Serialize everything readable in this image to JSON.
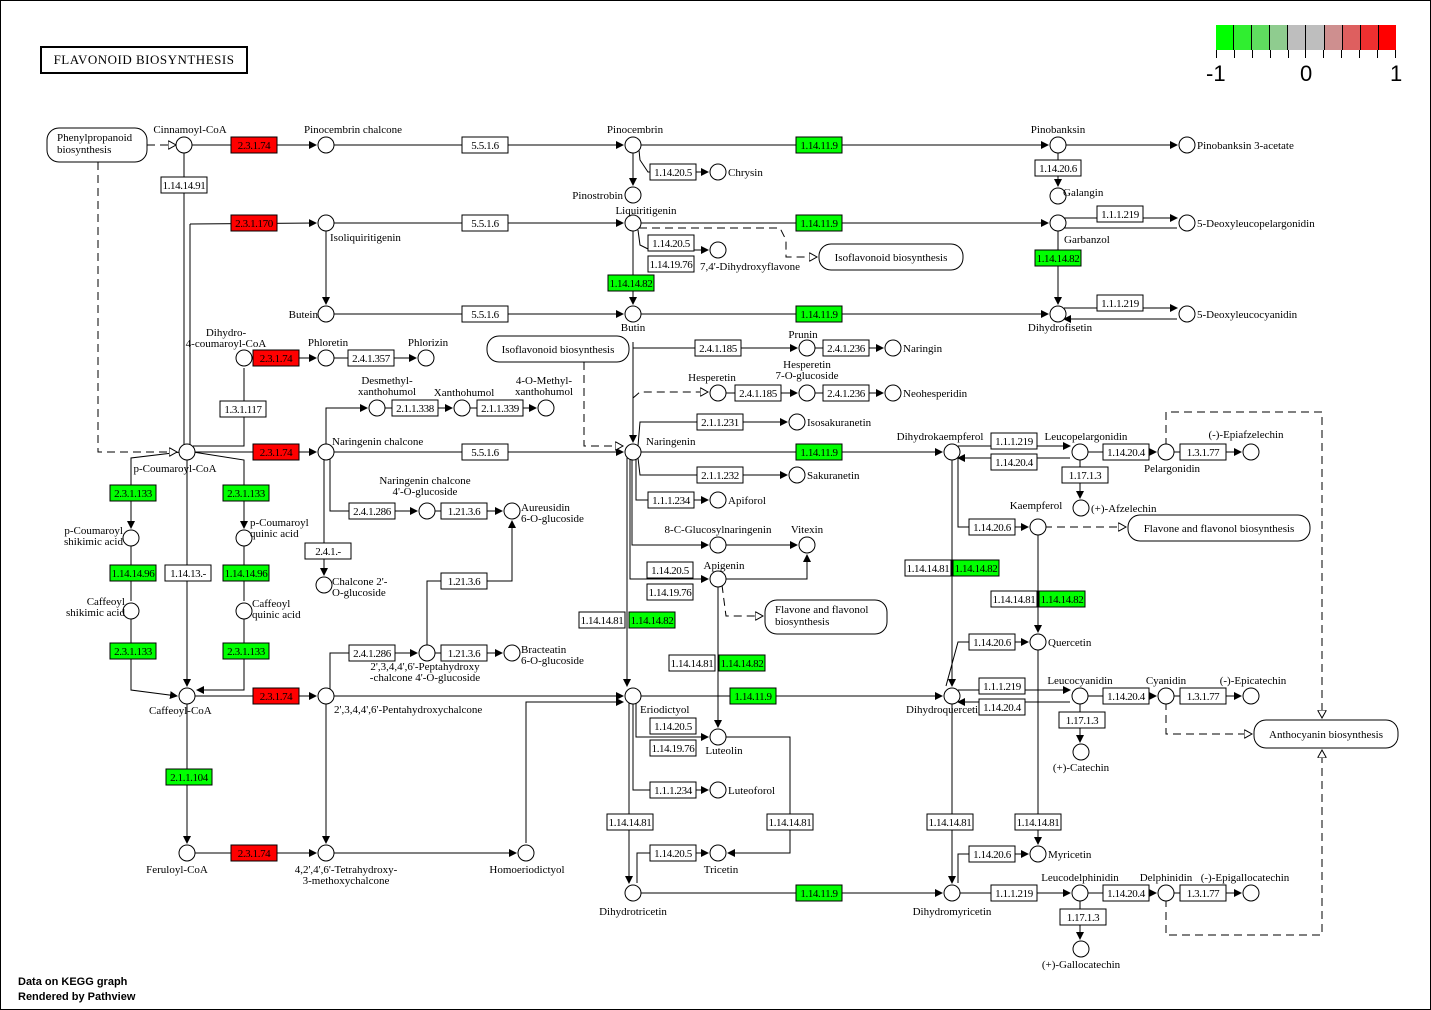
{
  "title": "FLAVONOID BIOSYNTHESIS",
  "footer": {
    "line1": "Data on KEGG graph",
    "line2": "Rendered by Pathview"
  },
  "legend": {
    "min_label": "-1",
    "mid_label": "0",
    "max_label": "1",
    "colors": [
      "#00ff00",
      "#30ee30",
      "#5fdd5f",
      "#8fcc8f",
      "#bebebe",
      "#bebebe",
      "#ce8f8f",
      "#de5f5f",
      "#ee3030",
      "#ff0000"
    ]
  },
  "colors": {
    "up": "#ff0000",
    "down": "#00ff00",
    "none": "#ffffff"
  },
  "pathway_links": [
    {
      "id": "p1",
      "label": [
        "Phenylpropanoid",
        "biosynthesis"
      ]
    },
    {
      "id": "p2",
      "label": [
        "Isoflavonoid biosynthesis"
      ]
    },
    {
      "id": "p3",
      "label": [
        "Isoflavonoid biosynthesis"
      ]
    },
    {
      "id": "p4",
      "label": [
        "Flavone and flavonol biosynthesis"
      ]
    },
    {
      "id": "p5",
      "label": [
        "Flavone and flavonol",
        "biosynthesis"
      ]
    },
    {
      "id": "p6",
      "label": [
        "Anthocyanin biosynthesis"
      ]
    }
  ],
  "compounds": [
    {
      "id": "cinnamoyl",
      "label": [
        "Cinnamoyl-CoA"
      ]
    },
    {
      "id": "pinocembrinchalcone",
      "label": [
        "Pinocembrin chalcone"
      ]
    },
    {
      "id": "pinocembrin",
      "label": [
        "Pinocembrin"
      ]
    },
    {
      "id": "chrysin",
      "label": [
        "Chrysin"
      ]
    },
    {
      "id": "pinostrobin",
      "label": [
        "Pinostrobin"
      ]
    },
    {
      "id": "pinobanksin",
      "label": [
        "Pinobanksin"
      ]
    },
    {
      "id": "pinobanksin3ac",
      "label": [
        "Pinobanksin 3-acetate"
      ]
    },
    {
      "id": "galangin",
      "label": [
        "Galangin"
      ]
    },
    {
      "id": "isoliquiritigenin",
      "label": [
        "Isoliquiritigenin"
      ]
    },
    {
      "id": "liquiritigenin",
      "label": [
        "Liquiritigenin"
      ]
    },
    {
      "id": "dihydroxyflavone",
      "label": [
        "7,4'-Dihydroxyflavone"
      ]
    },
    {
      "id": "garbanzol",
      "label": [
        "Garbanzol"
      ]
    },
    {
      "id": "deoxyleucopel",
      "label": [
        "5-Deoxyleucopelargonidin"
      ]
    },
    {
      "id": "butein",
      "label": [
        "Butein"
      ]
    },
    {
      "id": "butin",
      "label": [
        "Butin"
      ]
    },
    {
      "id": "dihydrofisetin",
      "label": [
        "Dihydrofisetin"
      ]
    },
    {
      "id": "deoxyleucocy",
      "label": [
        "5-Deoxyleucocyanidin"
      ]
    },
    {
      "id": "dihydrocoumaroyl",
      "label": [
        "Dihydro-",
        "4-coumaroyl-CoA"
      ]
    },
    {
      "id": "phloretin",
      "label": [
        "Phloretin"
      ]
    },
    {
      "id": "phlorizin",
      "label": [
        "Phlorizin"
      ]
    },
    {
      "id": "prunin",
      "label": [
        "Prunin"
      ]
    },
    {
      "id": "naringin",
      "label": [
        "Naringin"
      ]
    },
    {
      "id": "hesperetin",
      "label": [
        "Hesperetin"
      ]
    },
    {
      "id": "hesperetin7g",
      "label": [
        "Hesperetin",
        "7-O-glucoside"
      ]
    },
    {
      "id": "neohesperidin",
      "label": [
        "Neohesperidin"
      ]
    },
    {
      "id": "desmethylxanth",
      "label": [
        "Desmethyl-",
        "xanthohumol"
      ]
    },
    {
      "id": "xanthohumol",
      "label": [
        "Xanthohumol"
      ]
    },
    {
      "id": "methylxanth",
      "label": [
        "4-O-Methyl-",
        "xanthohumol"
      ]
    },
    {
      "id": "pcoumaroylcoa",
      "label": [
        "p-Coumaroyl-CoA"
      ]
    },
    {
      "id": "naringeninchalcone",
      "label": [
        "Naringenin chalcone"
      ]
    },
    {
      "id": "naringenin",
      "label": [
        "Naringenin"
      ]
    },
    {
      "id": "isosakuranetin",
      "label": [
        "Isosakuranetin"
      ]
    },
    {
      "id": "sakuranetin",
      "label": [
        "Sakuranetin"
      ]
    },
    {
      "id": "apiforol",
      "label": [
        "Apiforol"
      ]
    },
    {
      "id": "glucosylnaringenin",
      "label": [
        "8-C-Glucosylnaringenin"
      ]
    },
    {
      "id": "vitexin",
      "label": [
        "Vitexin"
      ]
    },
    {
      "id": "apigenin",
      "label": [
        "Apigenin"
      ]
    },
    {
      "id": "naringeninchalconeglc",
      "label": [
        "Naringenin chalcone",
        "4'-O-glucoside"
      ]
    },
    {
      "id": "aureusidin",
      "label": [
        "Aureusidin",
        "6-O-glucoside"
      ]
    },
    {
      "id": "chalcone2g",
      "label": [
        "Chalcone 2'-",
        "O-glucoside"
      ]
    },
    {
      "id": "pcoumshik",
      "label": [
        "p-Coumaroyl",
        "shikimic acid"
      ]
    },
    {
      "id": "pcoumquin",
      "label": [
        "p-Coumaroyl",
        "quinic acid"
      ]
    },
    {
      "id": "caffshik",
      "label": [
        "Caffeoyl",
        "shikimic acid"
      ]
    },
    {
      "id": "caffquin",
      "label": [
        "Caffeoyl",
        "quinic acid"
      ]
    },
    {
      "id": "caffeoylcoa",
      "label": [
        "Caffeoyl-CoA"
      ]
    },
    {
      "id": "feruloylcoa",
      "label": [
        "Feruloyl-CoA"
      ]
    },
    {
      "id": "pentahydroxychalcone",
      "label": [
        "2',3,4,4',6'-Pentahydroxychalcone"
      ]
    },
    {
      "id": "peptahydroxy",
      "label": [
        "2',3,4,4',6'-Peptahydroxy",
        "-chalcone 4'-O-glucoside"
      ]
    },
    {
      "id": "bracteatin",
      "label": [
        "Bracteatin",
        "6-O-glucoside"
      ]
    },
    {
      "id": "tetrahydroxy",
      "label": [
        "4,2',4',6'-Tetrahydroxy-",
        "3-methoxychalcone"
      ]
    },
    {
      "id": "homoeriodictyol",
      "label": [
        "Homoeriodictyol"
      ]
    },
    {
      "id": "eriodictyol",
      "label": [
        "Eriodictyol"
      ]
    },
    {
      "id": "luteolin",
      "label": [
        "Luteolin"
      ]
    },
    {
      "id": "luteoforol",
      "label": [
        "Luteoforol"
      ]
    },
    {
      "id": "tricetin",
      "label": [
        "Tricetin"
      ]
    },
    {
      "id": "dihydrotricetin",
      "label": [
        "Dihydrotricetin"
      ]
    },
    {
      "id": "dihydrokaempferol",
      "label": [
        "Dihydrokaempferol"
      ]
    },
    {
      "id": "leucopelargonidin",
      "label": [
        "Leucopelargonidin"
      ]
    },
    {
      "id": "pelargonidin",
      "label": [
        "Pelargonidin"
      ]
    },
    {
      "id": "epiafzelechin",
      "label": [
        "(-)-Epiafzelechin"
      ]
    },
    {
      "id": "afzelechin",
      "label": [
        "(+)-Afzelechin"
      ]
    },
    {
      "id": "kaempferol",
      "label": [
        "Kaempferol"
      ]
    },
    {
      "id": "quercetin",
      "label": [
        "Quercetin"
      ]
    },
    {
      "id": "dihydroquercetin",
      "label": [
        "Dihydroquercetin"
      ]
    },
    {
      "id": "leucocyanidin",
      "label": [
        "Leucocyanidin"
      ]
    },
    {
      "id": "cyanidin",
      "label": [
        "Cyanidin"
      ]
    },
    {
      "id": "epicatechin",
      "label": [
        "(-)-Epicatechin"
      ]
    },
    {
      "id": "catechin",
      "label": [
        "(+)-Catechin"
      ]
    },
    {
      "id": "myricetin",
      "label": [
        "Myricetin"
      ]
    },
    {
      "id": "dihydromyricetin",
      "label": [
        "Dihydromyricetin"
      ]
    },
    {
      "id": "leucodelphinidin",
      "label": [
        "Leucodelphinidin"
      ]
    },
    {
      "id": "delphinidin",
      "label": [
        "Delphinidin"
      ]
    },
    {
      "id": "epigallocatechin",
      "label": [
        "(-)-Epigallocatechin"
      ]
    },
    {
      "id": "gallocatechin",
      "label": [
        "(+)-Gallocatechin"
      ]
    }
  ],
  "enzymes": [
    {
      "id": "e1",
      "ec": "2.3.1.74",
      "status": "up"
    },
    {
      "id": "e2",
      "ec": "1.14.14.91",
      "status": "none"
    },
    {
      "id": "e3",
      "ec": "5.5.1.6",
      "status": "none"
    },
    {
      "id": "e4",
      "ec": "1.14.11.9",
      "status": "down"
    },
    {
      "id": "e5",
      "ec": "1.14.20.5",
      "status": "none"
    },
    {
      "id": "e6",
      "ec": "1.14.20.6",
      "status": "none"
    },
    {
      "id": "e7",
      "ec": "2.3.1.170",
      "status": "up"
    },
    {
      "id": "e8",
      "ec": "5.5.1.6",
      "status": "none"
    },
    {
      "id": "e9",
      "ec": "1.14.11.9",
      "status": "down"
    },
    {
      "id": "e10",
      "ec": "1.1.1.219",
      "status": "none"
    },
    {
      "id": "e11",
      "ec": "1.14.20.5",
      "status": "none"
    },
    {
      "id": "e12",
      "ec": "1.14.19.76",
      "status": "none"
    },
    {
      "id": "e13",
      "ec": "1.14.14.82",
      "status": "down"
    },
    {
      "id": "e14",
      "ec": "1.14.14.82",
      "status": "down"
    },
    {
      "id": "e15",
      "ec": "5.5.1.6",
      "status": "none"
    },
    {
      "id": "e16",
      "ec": "1.14.11.9",
      "status": "down"
    },
    {
      "id": "e17",
      "ec": "1.1.1.219",
      "status": "none"
    },
    {
      "id": "e18",
      "ec": "2.3.1.74",
      "status": "up"
    },
    {
      "id": "e19",
      "ec": "2.4.1.357",
      "status": "none"
    },
    {
      "id": "e20",
      "ec": "1.3.1.117",
      "status": "none"
    },
    {
      "id": "e21",
      "ec": "2.4.1.185",
      "status": "none"
    },
    {
      "id": "e22",
      "ec": "2.4.1.236",
      "status": "none"
    },
    {
      "id": "e23",
      "ec": "2.4.1.185",
      "status": "none"
    },
    {
      "id": "e24",
      "ec": "2.4.1.236",
      "status": "none"
    },
    {
      "id": "e25",
      "ec": "2.1.1.338",
      "status": "none"
    },
    {
      "id": "e26",
      "ec": "2.1.1.339",
      "status": "none"
    },
    {
      "id": "e27",
      "ec": "2.3.1.74",
      "status": "up"
    },
    {
      "id": "e28",
      "ec": "5.5.1.6",
      "status": "none"
    },
    {
      "id": "e29",
      "ec": "2.1.1.231",
      "status": "none"
    },
    {
      "id": "e30",
      "ec": "1.14.11.9",
      "status": "down"
    },
    {
      "id": "e31",
      "ec": "2.1.1.232",
      "status": "none"
    },
    {
      "id": "e32",
      "ec": "1.1.1.234",
      "status": "none"
    },
    {
      "id": "e33",
      "ec": "2.4.1.286",
      "status": "none"
    },
    {
      "id": "e34",
      "ec": "1.21.3.6",
      "status": "none"
    },
    {
      "id": "e35",
      "ec": "2.4.1.-",
      "status": "none"
    },
    {
      "id": "e36",
      "ec": "2.3.1.133",
      "status": "down"
    },
    {
      "id": "e37",
      "ec": "2.3.1.133",
      "status": "down"
    },
    {
      "id": "e38",
      "ec": "1.14.14.96",
      "status": "down"
    },
    {
      "id": "e39",
      "ec": "1.14.13.-",
      "status": "none"
    },
    {
      "id": "e40",
      "ec": "1.14.14.96",
      "status": "down"
    },
    {
      "id": "e41",
      "ec": "2.3.1.133",
      "status": "down"
    },
    {
      "id": "e42",
      "ec": "2.3.1.133",
      "status": "down"
    },
    {
      "id": "e43",
      "ec": "1.21.3.6",
      "status": "none"
    },
    {
      "id": "e44",
      "ec": "2.4.1.286",
      "status": "none"
    },
    {
      "id": "e45",
      "ec": "1.21.3.6",
      "status": "none"
    },
    {
      "id": "e46",
      "ec": "2.3.1.74",
      "status": "up"
    },
    {
      "id": "e47",
      "ec": "2.1.1.104",
      "status": "down"
    },
    {
      "id": "e48",
      "ec": "2.3.1.74",
      "status": "up"
    },
    {
      "id": "e49",
      "ec": "1.14.20.5",
      "status": "none"
    },
    {
      "id": "e50",
      "ec": "1.14.19.76",
      "status": "none"
    },
    {
      "id": "e51",
      "ec": "1.14.14.81",
      "status": "none"
    },
    {
      "id": "e52",
      "ec": "1.14.14.82",
      "status": "down"
    },
    {
      "id": "e53",
      "ec": "1.14.14.81",
      "status": "none"
    },
    {
      "id": "e54",
      "ec": "1.14.14.82",
      "status": "down"
    },
    {
      "id": "e55",
      "ec": "1.14.11.9",
      "status": "down"
    },
    {
      "id": "e56",
      "ec": "1.14.20.5",
      "status": "none"
    },
    {
      "id": "e57",
      "ec": "1.14.19.76",
      "status": "none"
    },
    {
      "id": "e58",
      "ec": "1.1.1.234",
      "status": "none"
    },
    {
      "id": "e59",
      "ec": "1.14.14.81",
      "status": "none"
    },
    {
      "id": "e60",
      "ec": "1.14.14.81",
      "status": "none"
    },
    {
      "id": "e61",
      "ec": "1.14.20.5",
      "status": "none"
    },
    {
      "id": "e62",
      "ec": "1.14.11.9",
      "status": "down"
    },
    {
      "id": "e63",
      "ec": "1.1.1.219",
      "status": "none"
    },
    {
      "id": "e64",
      "ec": "1.14.20.4",
      "status": "none"
    },
    {
      "id": "e65",
      "ec": "1.14.20.4",
      "status": "none"
    },
    {
      "id": "e66",
      "ec": "1.3.1.77",
      "status": "none"
    },
    {
      "id": "e67",
      "ec": "1.17.1.3",
      "status": "none"
    },
    {
      "id": "e68",
      "ec": "1.14.20.6",
      "status": "none"
    },
    {
      "id": "e69",
      "ec": "1.14.14.81",
      "status": "none"
    },
    {
      "id": "e70",
      "ec": "1.14.14.82",
      "status": "down"
    },
    {
      "id": "e71",
      "ec": "1.14.14.81",
      "status": "none"
    },
    {
      "id": "e72",
      "ec": "1.14.14.82",
      "status": "down"
    },
    {
      "id": "e73",
      "ec": "1.14.20.6",
      "status": "none"
    },
    {
      "id": "e74",
      "ec": "1.1.1.219",
      "status": "none"
    },
    {
      "id": "e75",
      "ec": "1.14.20.4",
      "status": "none"
    },
    {
      "id": "e76",
      "ec": "1.14.20.4",
      "status": "none"
    },
    {
      "id": "e77",
      "ec": "1.3.1.77",
      "status": "none"
    },
    {
      "id": "e78",
      "ec": "1.17.1.3",
      "status": "none"
    },
    {
      "id": "e79",
      "ec": "1.14.14.81",
      "status": "none"
    },
    {
      "id": "e80",
      "ec": "1.14.14.81",
      "status": "none"
    },
    {
      "id": "e81",
      "ec": "1.14.20.6",
      "status": "none"
    },
    {
      "id": "e82",
      "ec": "1.1.1.219",
      "status": "none"
    },
    {
      "id": "e83",
      "ec": "1.14.20.4",
      "status": "none"
    },
    {
      "id": "e84",
      "ec": "1.3.1.77",
      "status": "none"
    },
    {
      "id": "e85",
      "ec": "1.17.1.3",
      "status": "none"
    }
  ]
}
